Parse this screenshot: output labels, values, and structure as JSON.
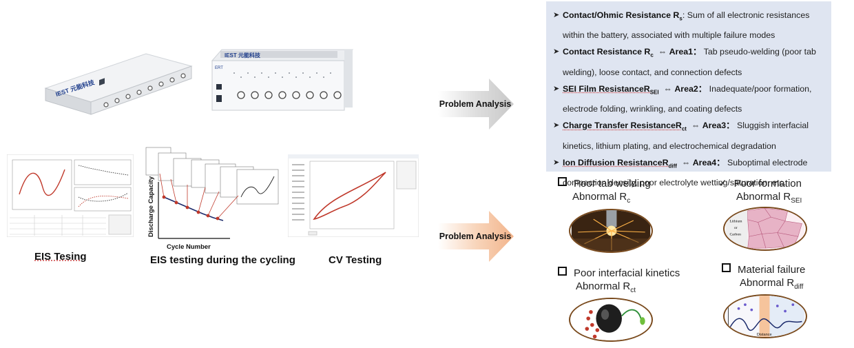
{
  "devices": {
    "rack_brand": "IEST 元能科技",
    "box_brand": "IEST 元能科技",
    "box_model": "ERT"
  },
  "captions": {
    "eis": "EIS Tesing",
    "eis_cycling": "EIS testing during the cycling",
    "cv": "CV Testing"
  },
  "cycling_chart": {
    "ylabel": "Discharge Capacity",
    "xlabel": "Cycle Number"
  },
  "arrows": {
    "top_label": "Problem Analysis",
    "bottom_label": "Problem Analysis",
    "top_color": "#d9d9d9",
    "bottom_color": "#f6c7a3"
  },
  "panel": {
    "bg": "#dfe5f1",
    "items": [
      {
        "head": "Contact/Ohmic Resistance R",
        "sub": "s",
        "rest": ": Sum of all electronic resistances within the battery, associated with multiple failure modes"
      },
      {
        "head": "Contact Resistance R",
        "sub": "c",
        "area": "Area1：",
        "rest": "Tab pseudo-welding (poor tab welding), loose contact, and connection defects"
      },
      {
        "head": "SEI Film ResistanceR",
        "sub": "SEI",
        "area": "Area2：",
        "rest": "Inadequate/poor formation, electrode folding, wrinkling, and coating defects"
      },
      {
        "head": "Charge Transfer ResistanceR",
        "sub": "ct",
        "area": "Area3：",
        "rest": "Sluggish interfacial kinetics, lithium plating, and electrochemical degradation"
      },
      {
        "head": "Ion Diffusion ResistanceR",
        "sub": "diff",
        "area": "Area4：",
        "rest": "Suboptimal electrode compaction density, poor electrolyte wetting/saturation, etc."
      }
    ]
  },
  "failure_modes": [
    {
      "line1": "Poor tab welding",
      "line2": "Abnormal R",
      "sub": "c",
      "mark": "box"
    },
    {
      "line1": "Poor formation",
      "line2": "Abnormal R",
      "sub": "SEI",
      "mark": "check"
    },
    {
      "line1": "Poor interfacial kinetics",
      "line2": "Abnormal R",
      "sub": "ct",
      "mark": "box"
    },
    {
      "line1": "Material failure",
      "line2": "Abnormal R",
      "sub": "diff",
      "mark": "box"
    }
  ],
  "images": {
    "sei_text_1": "Lithium",
    "sei_text_2": "or",
    "sei_text_3": "Carbon",
    "diff_text": "Distance"
  }
}
